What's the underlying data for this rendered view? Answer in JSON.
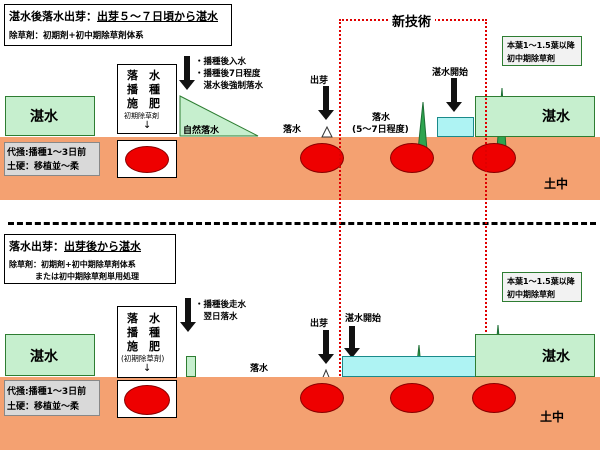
{
  "top": {
    "title_prefix": "湛水後落水出芽：",
    "title_emph": "出芽５～７日頃から湛水",
    "herbicide": "除草剤：初期剤+初中期除草剤体系",
    "left_water": "湛水",
    "sowing_box": [
      "落　水",
      "播　種",
      "施　肥"
    ],
    "sowing_sub": "初期除草剤",
    "info_line1": "代掻:播種1～3日前",
    "info_line2": "土硬：移植並～柔",
    "after_sow_notes": [
      "・播種後入水",
      "・播種後7日程度",
      "　湛水後強制落水"
    ],
    "natural_drain": "自然落水",
    "drain": "落水",
    "emergence": "出芽",
    "drain_days_1": "落水",
    "drain_days_2": "(5～7日程度)",
    "flood_start": "湛水開始",
    "right_water": "湛水",
    "right_label": "本葉1～1.5葉以降\n初中期除草剤",
    "soil_label": "土中"
  },
  "new_tech": "新技術",
  "bottom": {
    "title_prefix": "落水出芽：",
    "title_emph": "出芽後から湛水",
    "herbicide_line1": "除草剤：初期剤+初中期除草剤体系",
    "herbicide_line2": "または初中期除草剤単用処理",
    "left_water": "湛水",
    "sowing_box": [
      "落　水",
      "播　種",
      "施　肥"
    ],
    "sowing_sub": "(初期除草剤)",
    "info_line1": "代掻:播種1～3日前",
    "info_line2": "土硬：移植並～柔",
    "after_sow_notes": [
      "・播種後走水",
      "　翌日落水"
    ],
    "drain": "落水",
    "emergence": "出芽",
    "flood_start": "湛水開始",
    "right_water": "湛水",
    "right_label": "本葉1～1.5葉以降\n初中期除草剤",
    "soil_label": "土中"
  },
  "colors": {
    "soil": "#f4a171",
    "water_green": "#c6efce",
    "water_cyan": "#aef3f3",
    "seed": "#ee0000",
    "new_tech_border": "#e00000"
  }
}
